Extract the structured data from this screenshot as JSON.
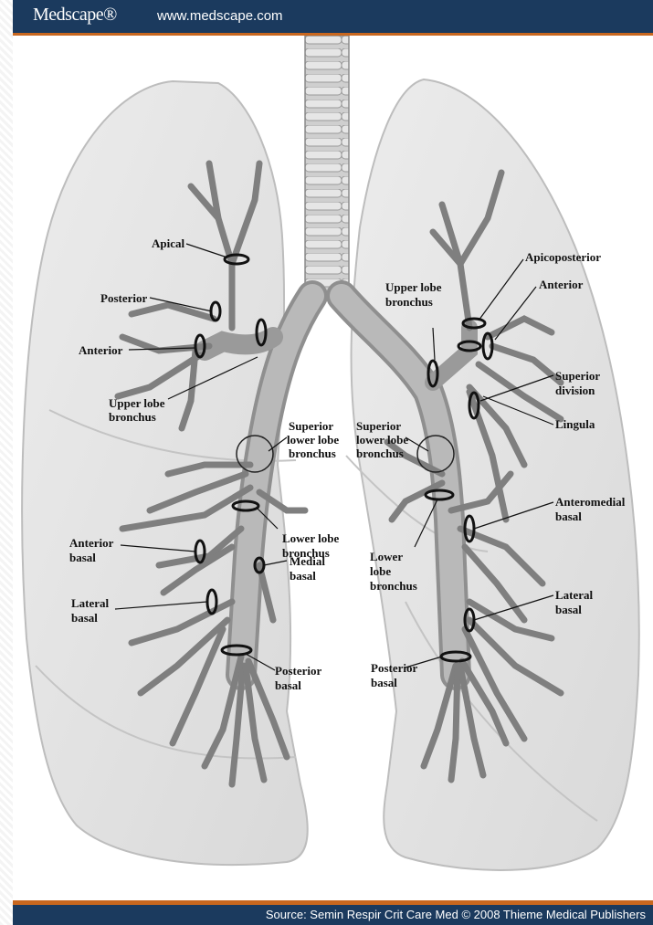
{
  "header": {
    "logo_text": "Medscape®",
    "url_text": "www.medscape.com",
    "bar_color": "#1b3a5e",
    "accent_color": "#c8671f"
  },
  "footer": {
    "source_text": "Source: Semin Respir Crit Care Med © 2008 Thieme Medical Publishers"
  },
  "diagram": {
    "labels": {
      "apical": "Apical",
      "posterior_right": "Posterior",
      "anterior_right": "Anterior",
      "upper_lobe_right_1": "Upper lobe",
      "upper_lobe_right_2": "bronchus",
      "superior_lower_right_1": "Superior",
      "superior_lower_right_2": "lower lobe",
      "superior_lower_right_3": "bronchus",
      "lower_lobe_right_1": "Lower lobe",
      "lower_lobe_right_2": "bronchus",
      "anterior_basal_1": "Anterior",
      "anterior_basal_2": "basal",
      "medial_basal_1": "Medial",
      "medial_basal_2": "basal",
      "lateral_basal_right_1": "Lateral",
      "lateral_basal_right_2": "basal",
      "posterior_basal_right_1": "Posterior",
      "posterior_basal_right_2": "basal",
      "apicoposterior": "Apicoposterior",
      "anterior_left": "Anterior",
      "upper_lobe_left_1": "Upper lobe",
      "upper_lobe_left_2": "bronchus",
      "superior_division_1": "Superior",
      "superior_division_2": "division",
      "lingula": "Lingula",
      "superior_lower_left_1": "Superior",
      "superior_lower_left_2": "lower lobe",
      "superior_lower_left_3": "bronchus",
      "anteromedial_basal_1": "Anteromedial",
      "anteromedial_basal_2": "basal",
      "lower_lobe_left_1": "Lower",
      "lower_lobe_left_2": "lobe",
      "lower_lobe_left_3": "bronchus",
      "lateral_basal_left_1": "Lateral",
      "lateral_basal_left_2": "basal",
      "posterior_basal_left_1": "Posterior",
      "posterior_basal_left_2": "basal"
    }
  }
}
